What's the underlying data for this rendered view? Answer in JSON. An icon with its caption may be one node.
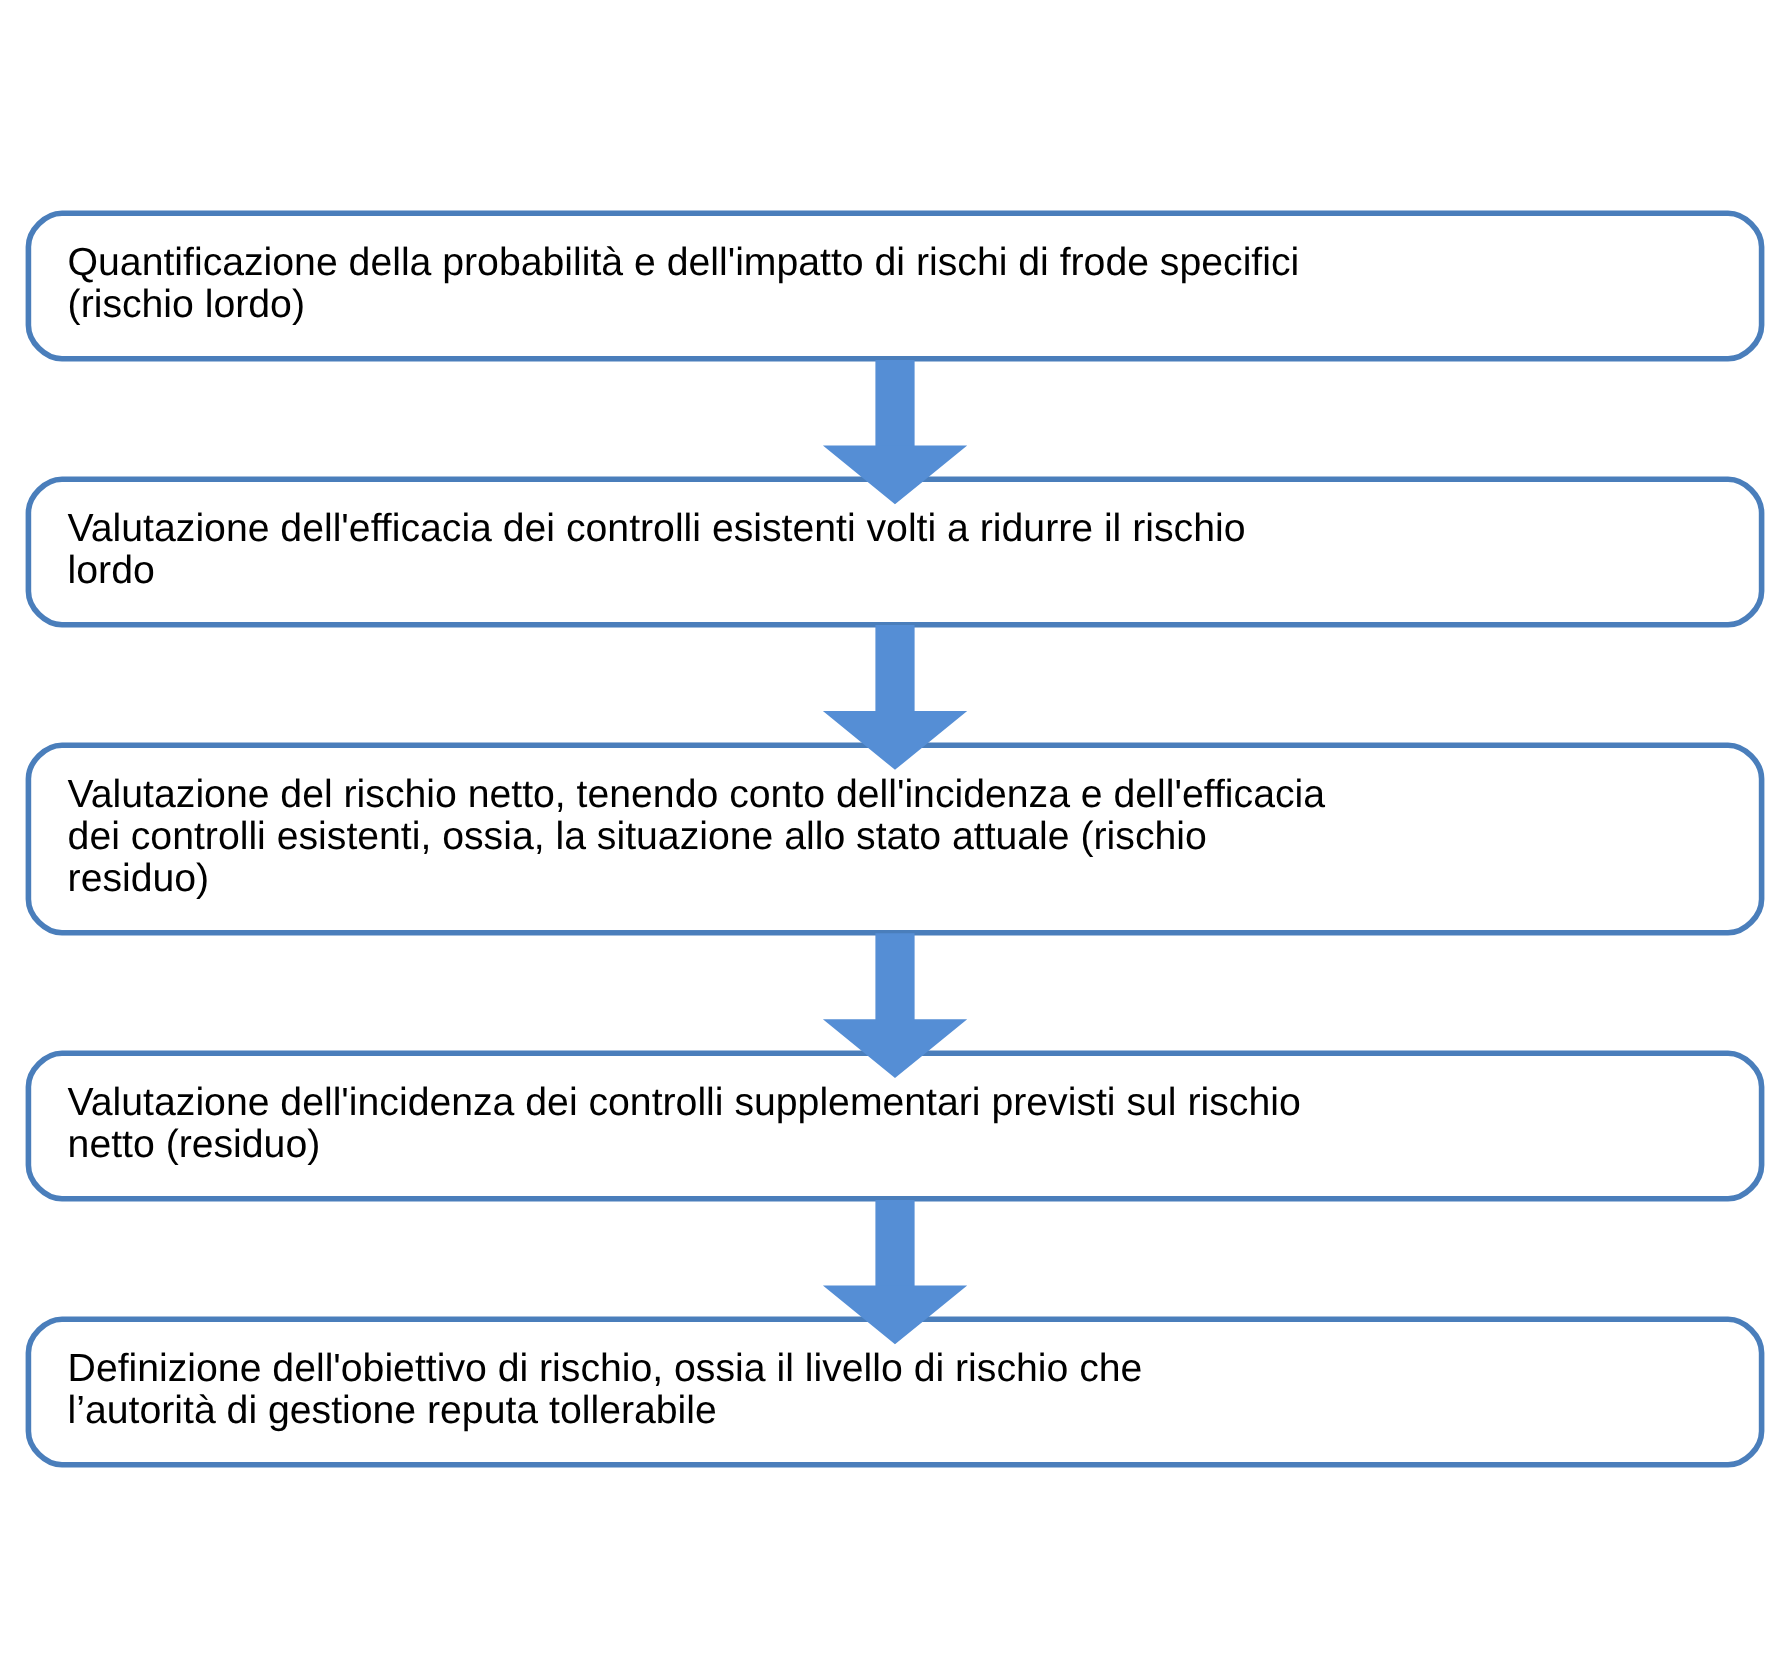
{
  "diagram": {
    "nodes": [
      {
        "text": [
          "Quantificazione della probabilità e dell'impatto di rischi di frode specifici (rischio lordo)"
        ]
      },
      {
        "text": [
          "Valutazione dell'efficacia dei controlli esistenti volti a ridurre il rischio lordo"
        ]
      },
      {
        "text": [
          "Valutazione del rischio netto, tenendo conto dell'incidenza e dell'efficacia dei controlli esistenti, ossia, la situazione allo stato attuale (rischio residuo)"
        ]
      },
      {
        "text": [
          "Valutazione dell'incidenza dei controlli supplementari previsti sul rischio netto (residuo)"
        ]
      },
      {
        "text": [
          "Definizione dell'obiettivo di rischio, ossia il livello di rischio che l’autorità di gestione reputa tollerabile"
        ]
      }
    ],
    "edges": [
      {
        "from": 0,
        "to": 1,
        "arrow": "to"
      },
      {
        "from": 1,
        "to": 2,
        "arrow": "to"
      },
      {
        "from": 2,
        "to": 3,
        "arrow": "to"
      },
      {
        "from": 3,
        "to": 4,
        "arrow": "to"
      }
    ]
  }
}
